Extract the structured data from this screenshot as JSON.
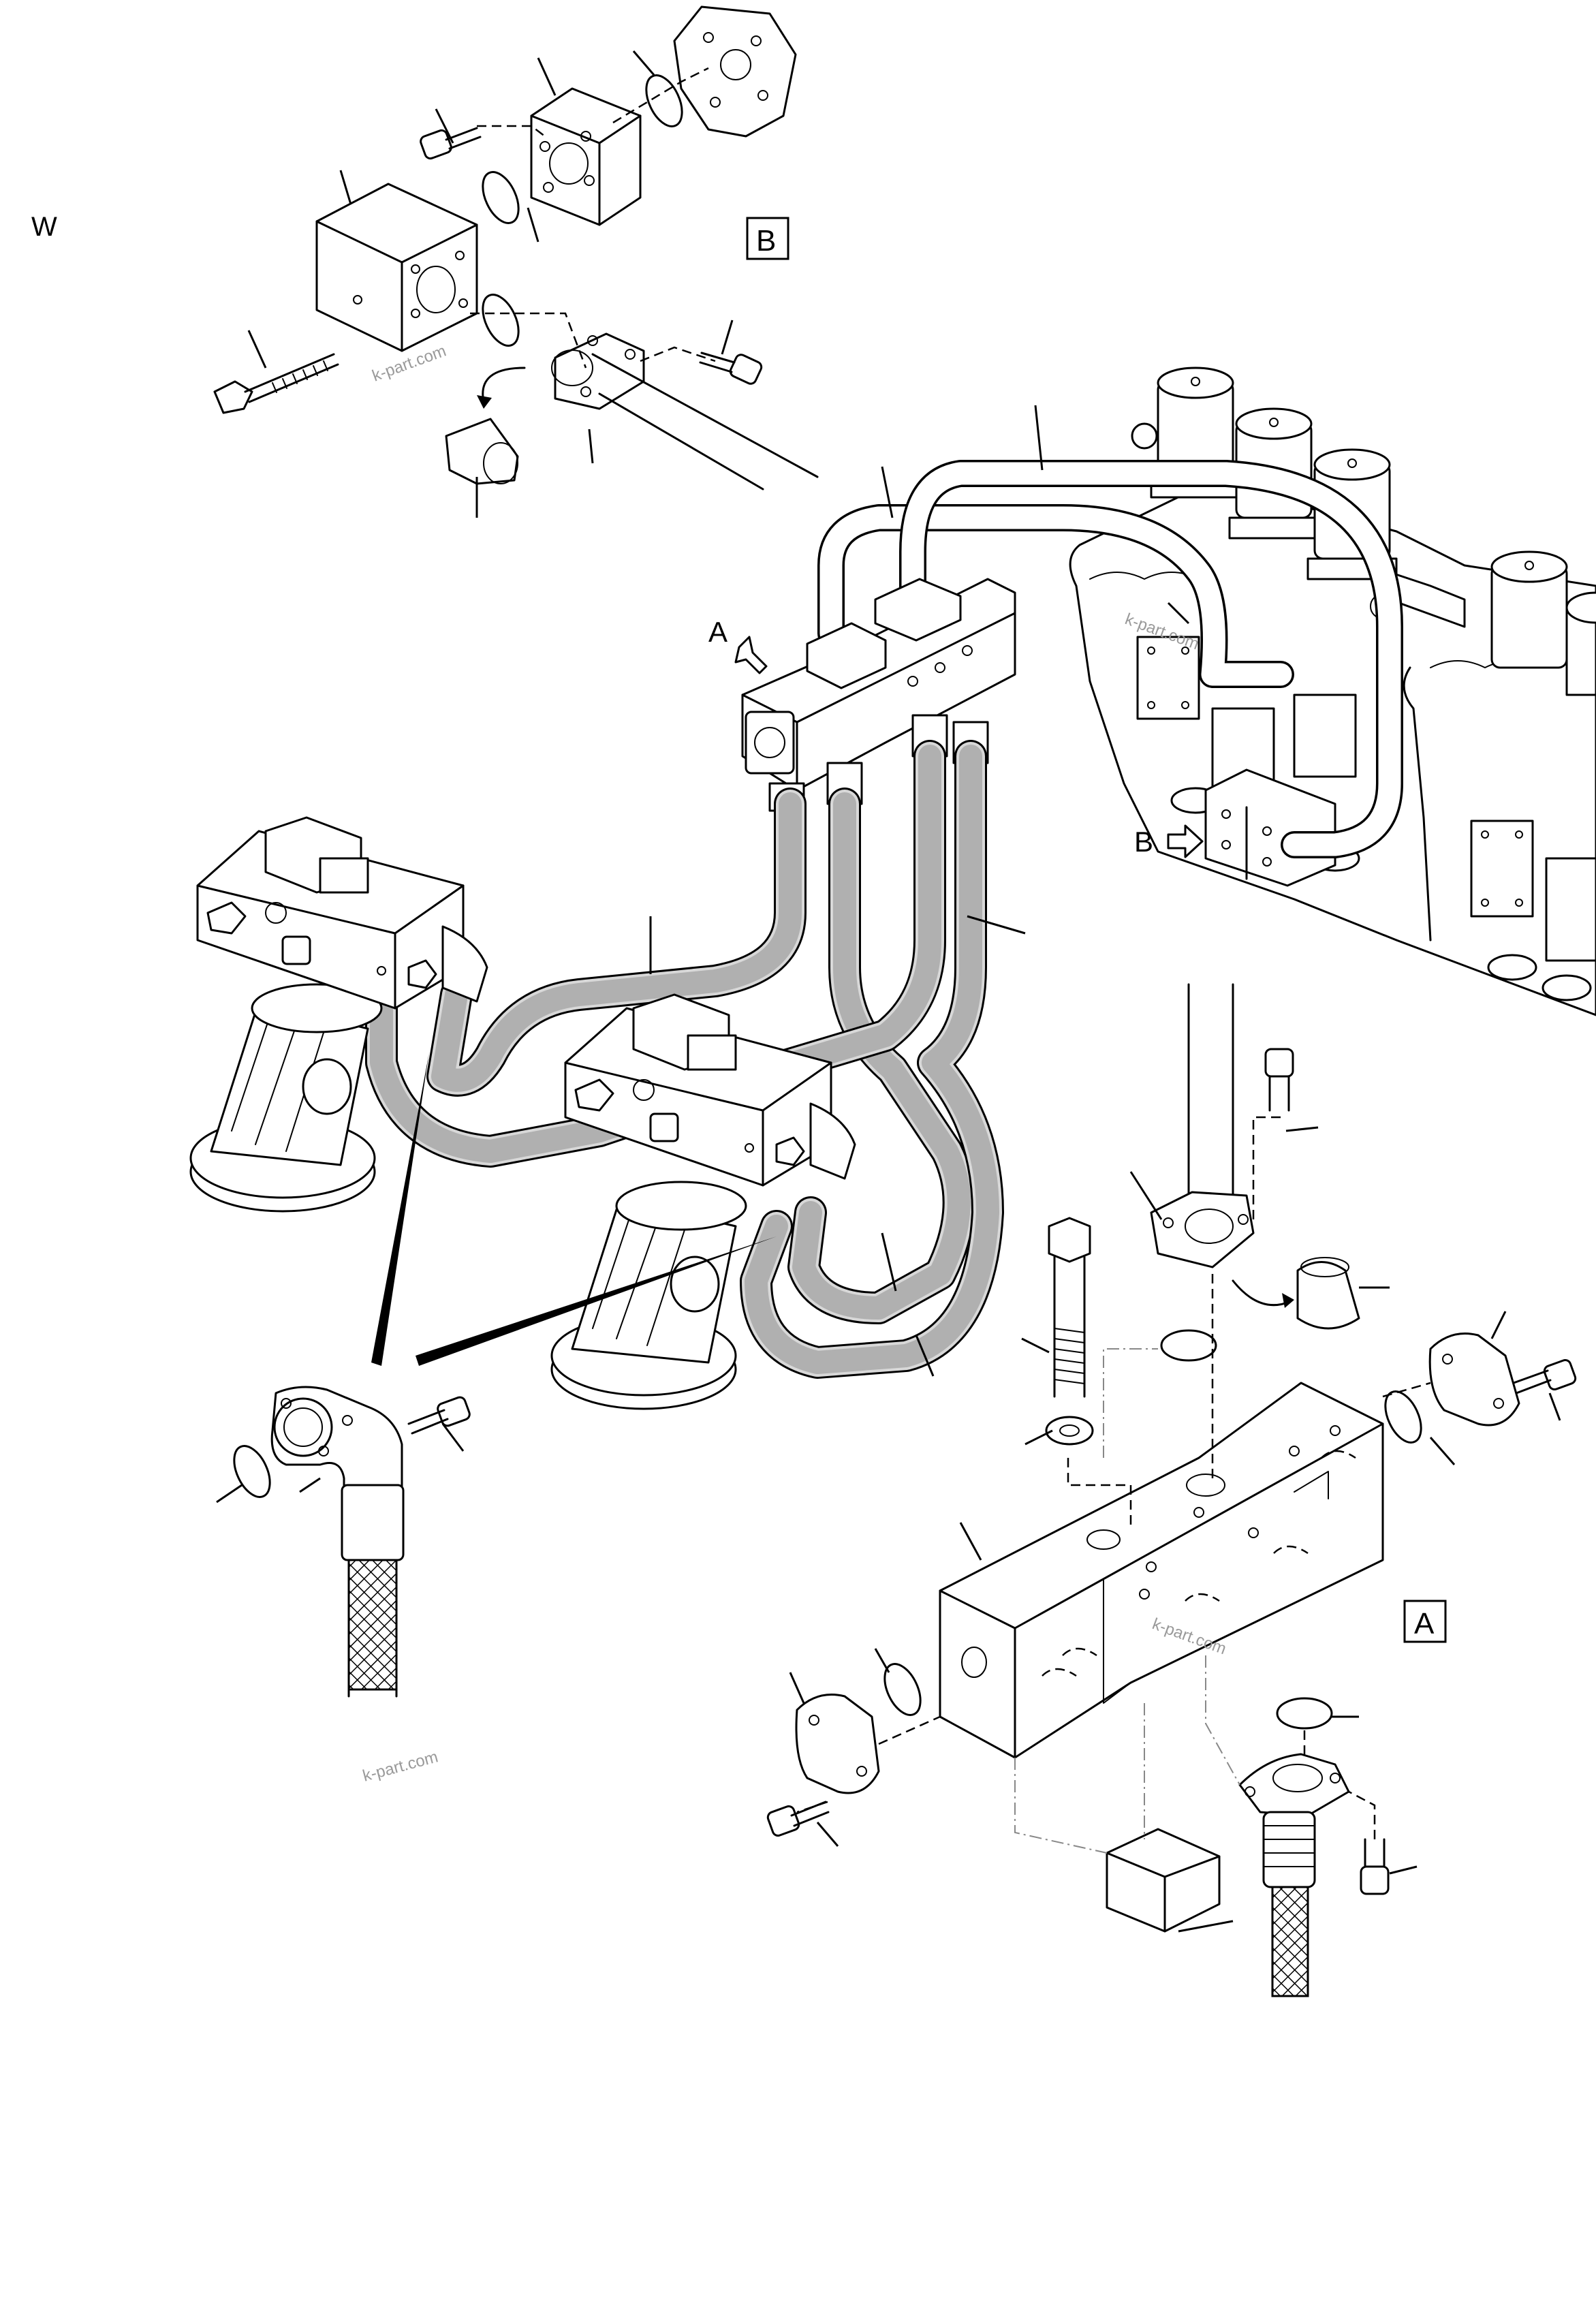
{
  "page_letter": "W",
  "detail_labels": {
    "detail_b_box": "B",
    "detail_a_box": "A",
    "view_arrow_a": "A",
    "view_arrow_b": "B"
  },
  "watermarks": [
    "k-part.com",
    "k-part.com",
    "k-part.com",
    "k-part.com"
  ]
}
